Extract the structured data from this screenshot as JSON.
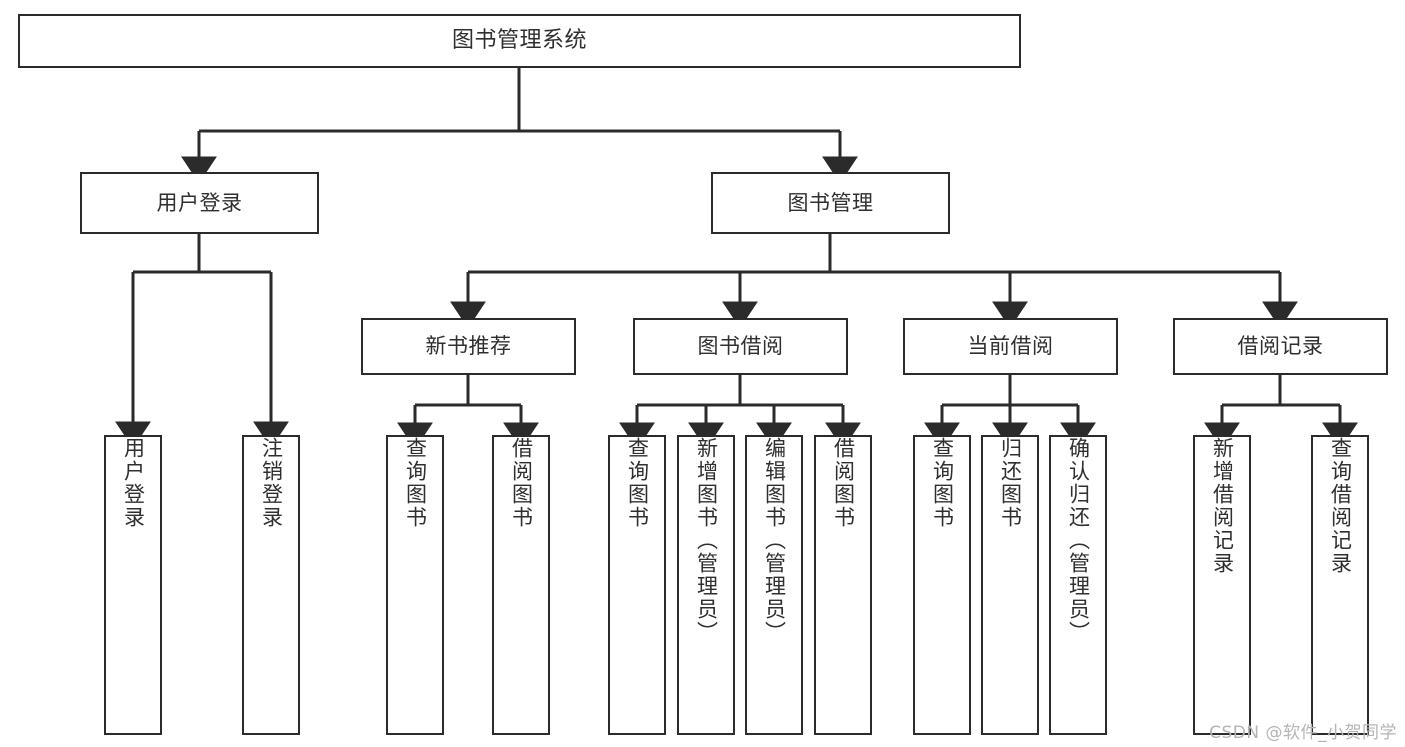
{
  "diagram": {
    "type": "tree",
    "title": "图书管理系统",
    "orientation": "top-down",
    "colors": {
      "box_border": "#2b2b2b",
      "box_fill": "#ffffff",
      "connector": "#2b2b2b",
      "text": "#2f2f2f",
      "background": "#ffffff",
      "watermark": "#b4b4b4"
    }
  },
  "root": {
    "label": "图书管理系统"
  },
  "level2": [
    {
      "label": "用户登录"
    },
    {
      "label": "图书管理"
    }
  ],
  "level3": [
    {
      "label": "新书推荐"
    },
    {
      "label": "图书借阅"
    },
    {
      "label": "当前借阅"
    },
    {
      "label": "借阅记录"
    }
  ],
  "leaves": {
    "user_login": [
      {
        "label": "用户登录"
      },
      {
        "label": "注销登录"
      }
    ],
    "new_book_recommend": [
      {
        "label": "查询图书"
      },
      {
        "label": "借阅图书"
      }
    ],
    "book_borrow": [
      {
        "label": "查询图书"
      },
      {
        "label": "新增图书（管理员）"
      },
      {
        "label": "编辑图书（管理员）"
      },
      {
        "label": "借阅图书"
      }
    ],
    "current_borrow": [
      {
        "label": "查询图书"
      },
      {
        "label": "归还图书"
      },
      {
        "label": "确认归还（管理员）"
      }
    ],
    "borrow_record": [
      {
        "label": "新增借阅记录"
      },
      {
        "label": "查询借阅记录"
      }
    ]
  },
  "watermark": {
    "text": "CSDN @软件_小贺同学"
  }
}
